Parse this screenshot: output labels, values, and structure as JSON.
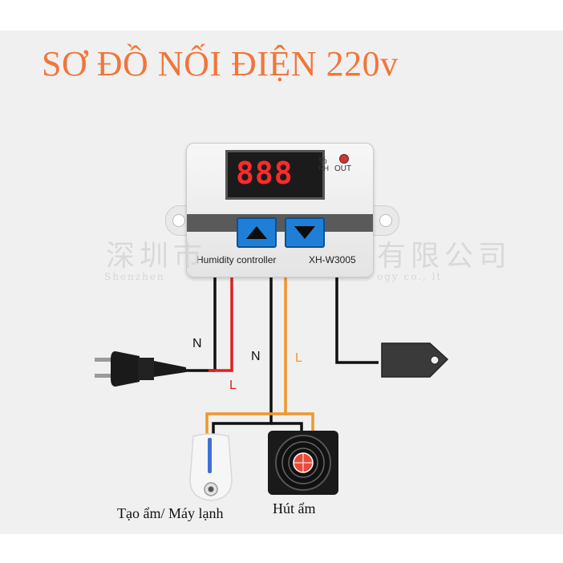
{
  "title": "SƠ ĐỒ NỐI ĐIỆN 220v",
  "controller": {
    "display_value": "888",
    "unit_percent": "%",
    "unit_rh": "RH",
    "out_label": "OUT",
    "name": "Humidity controller",
    "model": "XH-W3005",
    "up_button_icon": "triangle-up-icon",
    "down_button_icon": "triangle-down-icon"
  },
  "watermark": {
    "left": "深圳市",
    "right": "有限公司",
    "sub_left": "Shenzhen",
    "sub_right": "ogy co., lt"
  },
  "wire_labels": {
    "plug_n": "N",
    "plug_l": "L",
    "out_n": "N",
    "out_l": "L"
  },
  "devices": {
    "humidifier": "Tạo ẩm/ Máy lạnh",
    "fan": "Hút ẩm"
  },
  "colors": {
    "title": "#f0763a",
    "wire_black": "#111111",
    "wire_red": "#e02020",
    "wire_orange": "#f0962c",
    "display_digits": "#ff2b2b",
    "button_blue": "#1f7fd6"
  }
}
